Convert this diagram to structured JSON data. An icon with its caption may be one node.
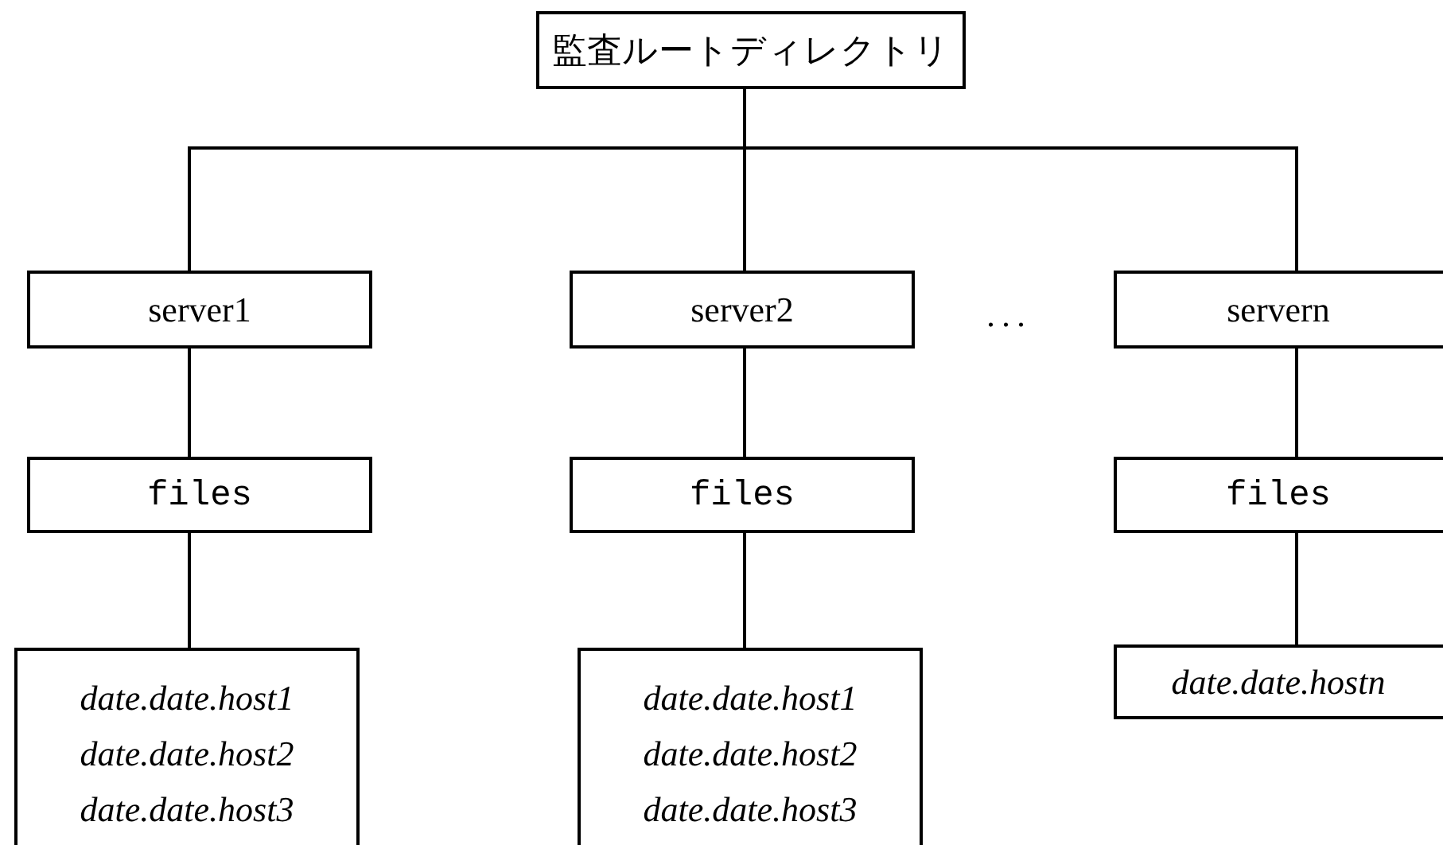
{
  "diagram": {
    "nodes": [
      {
        "text": [
          "監査ルートディレクトリ"
        ]
      },
      {
        "text": [
          "server1"
        ]
      },
      {
        "text": [
          "server2"
        ]
      },
      {
        "text": [
          "servern"
        ]
      },
      {
        "text": [
          "files"
        ]
      },
      {
        "text": [
          "files"
        ]
      },
      {
        "text": [
          "files"
        ]
      },
      {
        "text": [
          "date.date.host1",
          "date.date.host2",
          "date.date.host3"
        ]
      },
      {
        "text": [
          "date.date.host1",
          "date.date.host2",
          "date.date.host3"
        ]
      },
      {
        "text": [
          "date.date.hostn"
        ]
      }
    ],
    "edges": [
      {
        "from": 0,
        "to": 1,
        "arrow": "none"
      },
      {
        "from": 0,
        "to": 2,
        "arrow": "none"
      },
      {
        "from": 0,
        "to": 3,
        "arrow": "none"
      },
      {
        "from": 1,
        "to": 4,
        "arrow": "none"
      },
      {
        "from": 2,
        "to": 5,
        "arrow": "none"
      },
      {
        "from": 3,
        "to": 6,
        "arrow": "none"
      },
      {
        "from": 4,
        "to": 7,
        "arrow": "none"
      },
      {
        "from": 5,
        "to": 8,
        "arrow": "none"
      },
      {
        "from": 6,
        "to": 9,
        "arrow": "none"
      }
    ],
    "labels": [
      "..."
    ]
  }
}
